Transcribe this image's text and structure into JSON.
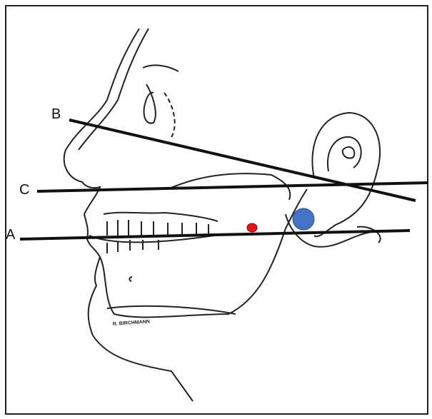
{
  "diagram": {
    "labels": {
      "a": "A",
      "b": "B",
      "c": "C"
    },
    "signature": "R. BIRCHMANN",
    "colors": {
      "line": "#111111",
      "red_marker": "#e8141b",
      "blue_marker": "#4472c4"
    }
  }
}
